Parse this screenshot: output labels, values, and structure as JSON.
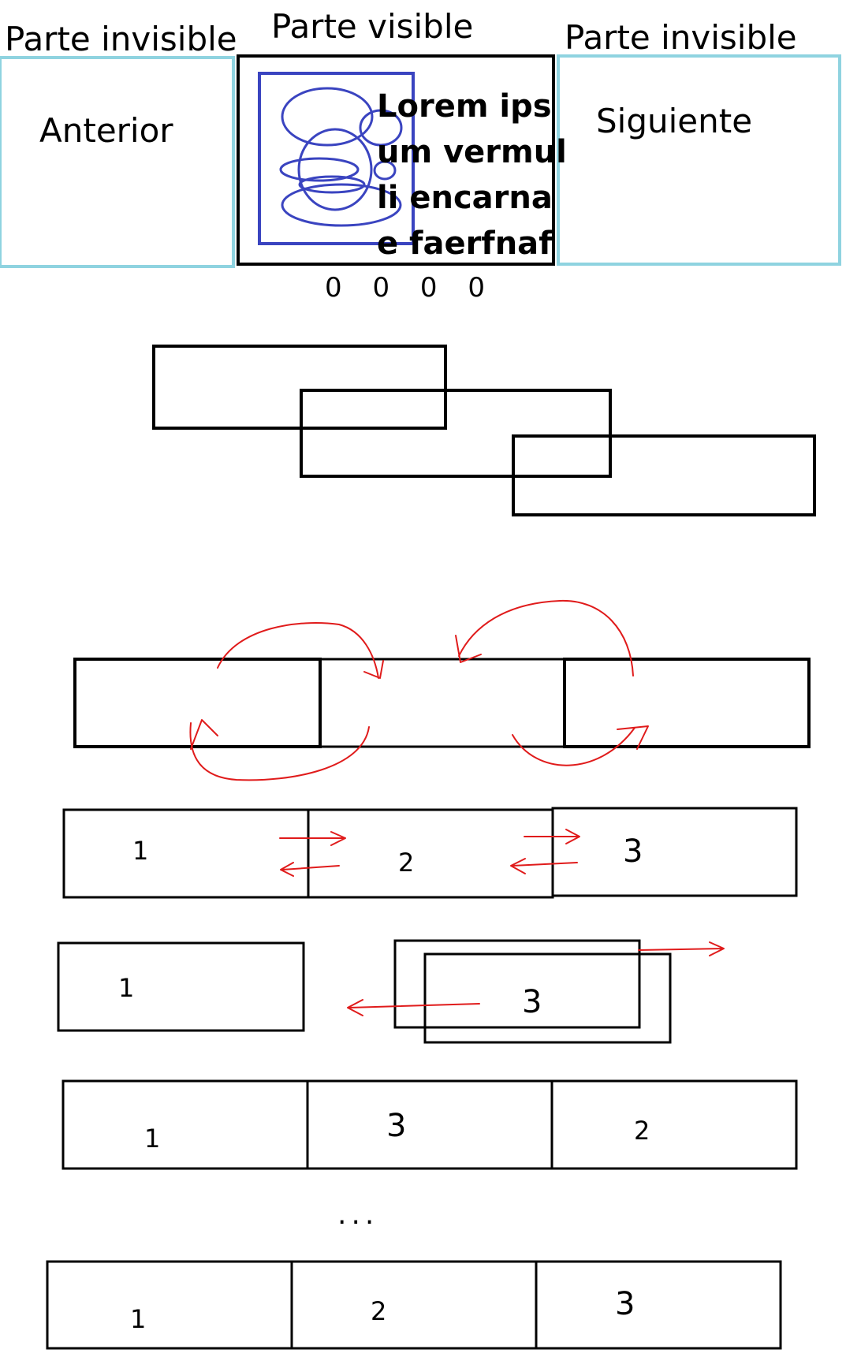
{
  "carousel": {
    "left_caption": "Parte invisible",
    "center_caption": "Parte visible",
    "right_caption": "Parte invisible",
    "prev_label": "Anterior",
    "next_label": "Siguiente",
    "text_lines": [
      "Lorem ips",
      "um vermul",
      "li encarna",
      "e faerfnaf"
    ],
    "dots": "0 0 0 0"
  },
  "row_swap": {
    "labels": [
      "1",
      "2",
      "3"
    ]
  },
  "row_move": {
    "labels": [
      "1",
      "3"
    ]
  },
  "row_reordered": {
    "labels": [
      "1",
      "3",
      "2"
    ]
  },
  "ellipsis": "...",
  "row_final": {
    "labels": [
      "1",
      "2",
      "3"
    ]
  },
  "colors": {
    "ink": "#000000",
    "cyan": "#8fd3e0",
    "blue": "#3a44c0",
    "red": "#e01b1b"
  }
}
